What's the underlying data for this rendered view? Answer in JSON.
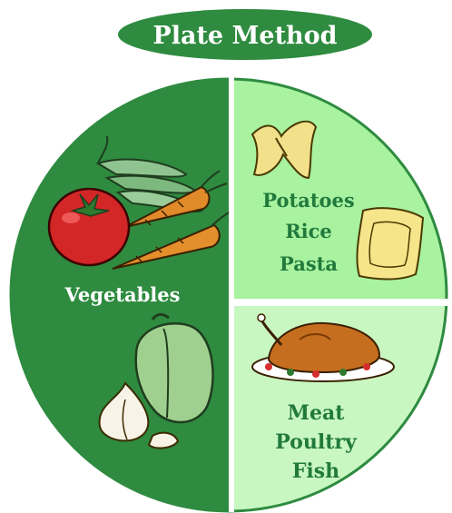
{
  "title": "Plate Method",
  "sections": {
    "vegetables": {
      "label": "Vegetables",
      "color": "#2e8b3f",
      "icons": [
        "tomato-icon",
        "carrot-icon",
        "green-bean-icon",
        "bell-pepper-icon",
        "garlic-icon"
      ]
    },
    "starches": {
      "lines": [
        "Potatoes",
        "Rice",
        "Pasta"
      ],
      "color": "#a8f2a0",
      "icons": [
        "bowtie-pasta-icon",
        "ravioli-icon"
      ]
    },
    "proteins": {
      "lines": [
        "Meat",
        "Poultry",
        "Fish"
      ],
      "color": "#c9f7c2",
      "icons": [
        "roast-turkey-icon"
      ]
    }
  },
  "colors": {
    "title_pill": "#2e8b3f",
    "label_dark_green": "#217a3c",
    "divider": "#ffffff"
  }
}
